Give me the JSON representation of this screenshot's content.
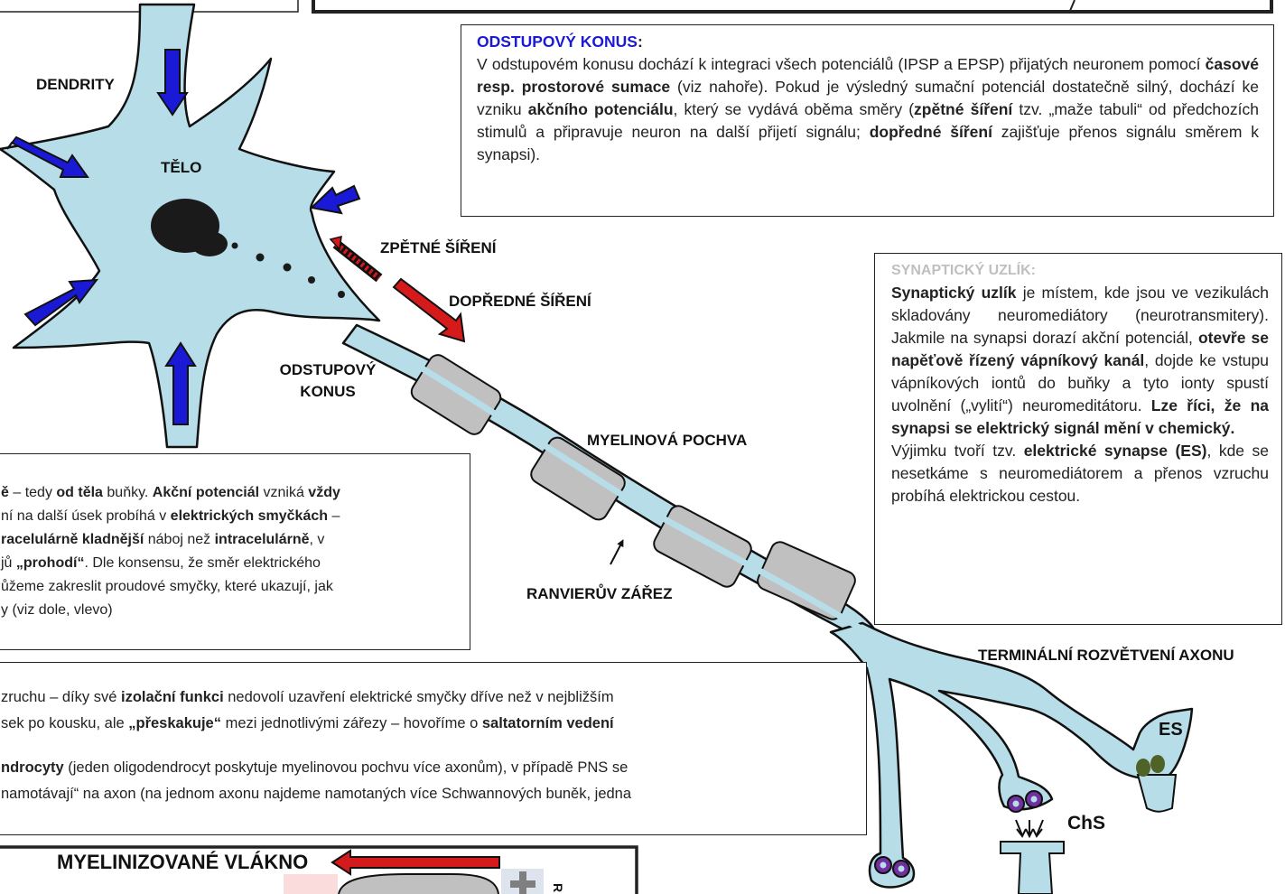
{
  "labels": {
    "dendrity": "DENDRITY",
    "telo": "TĚLO",
    "zpetne_sireni": "ZPĚTNÉ ŠÍŘENÍ",
    "dopredne_sireni": "DOPŘEDNÉ ŠÍŘENÍ",
    "odstupovy_1": "ODSTUPOVÝ",
    "odstupovy_2": "KONUS",
    "myelinova_pochva": "MYELINOVÁ POCHVA",
    "ranvieruv_zarez": "RANVIERŮV ZÁŘEZ",
    "terminalni": "TERMINÁLNÍ ROZVĚTVENÍ AXONU",
    "es": "ES",
    "chs": "ChS",
    "myelinizovane": "MYELINIZOVANÉ VLÁKNO",
    "edge_letter": "R"
  },
  "odstupovy_box": {
    "title": "ODSTUPOVÝ KONUS",
    "colon": ":",
    "t1": "V odstupovém konusu dochází k integraci všech potenciálů (IPSP a EPSP) přijatých neuronem pomocí ",
    "b1": "časové resp. prostorové sumace",
    "t2": " (viz nahoře). Pokud je výsledný sumační potenciál dostatečně silný, dochází ke vzniku ",
    "b2": "akčního potenciálu",
    "t3": ", který se vydává oběma směry (",
    "b3": "zpětné šíření",
    "t4": " tzv. „maže tabuli“ od předchozích stimulů a připravuje neuron na další přijetí signálu; ",
    "b4": "dopředné šíření",
    "t5": " zajišťuje přenos signálu směrem k synapsi)."
  },
  "synapticky_box": {
    "title": "SYNAPTICKÝ UZLÍK",
    "colon": ":",
    "b1": "Synaptický uzlík",
    "t1": " je místem, kde jsou ve vezikulách skladovány neuromediátory (neurotransmitery). Jakmile na synapsi dorazí akční potenciál, ",
    "b2": "otevře se napěťově řízený vápníkový kanál",
    "t2": ", dojde ke vstupu vápníkových iontů do buňky a tyto ionty spustí uvolnění („vylití“) neuromeditátoru. ",
    "b3": "Lze říci, že na synapsi se elektrický signál mění v chemický.",
    "t3": "Výjimku tvoří tzv. ",
    "b4": "elektrické synapse (ES)",
    "t4": ", kde se nesetkáme s neuromediátorem a přenos vzruchu probíhá elektrickou cestou."
  },
  "left_box": {
    "l1a": "ě",
    "l1b": " – tedy ",
    "l1c": "od těla",
    "l1d": " buňky. ",
    "l1e": "Akční potenciál",
    "l1f": " vzniká ",
    "l1g": "vždy",
    "l2a": "ní na další úsek probíhá v ",
    "l2b": "elektrických smyčkách",
    "l2c": " –",
    "l3a": "racelulárně kladnější",
    "l3b": " náboj než ",
    "l3c": "intracelulárně",
    "l3d": ", v",
    "l4a": "jů ",
    "l4b": "„prohodí“",
    "l4c": ". Dle konsensu, že směr elektrického",
    "l5": "ůžeme zakreslit proudové smyčky, které ukazují, jak",
    "l6": "y (viz dole, vlevo)"
  },
  "bottom_box": {
    "l1a": "zruchu – díky své ",
    "l1b": "izolační funkci",
    "l1c": " nedovolí uzavření elektrické smyčky dříve než v nejbližším",
    "l2a": "sek po kousku, ale ",
    "l2b": "„přeskakuje“",
    "l2c": " mezi jednotlivými zářezy – hovoříme o ",
    "l2d": "saltatorním vedení",
    "l3a": "ndrocyty",
    "l3b": " (jeden oligodendrocyt poskytuje myelinovou pochvu více axonům), v případě PNS se",
    "l4": "namotávají“ na axon (na jednom axonu najdeme namotaných více Schwannových buněk, jedna"
  },
  "colors": {
    "cell": "#b7dde8",
    "myelin": "#c0c0c0",
    "dendrite_arrow": "#1a1ad6",
    "ap_arrow": "#d41a1a",
    "title_blue": "#1a1ad6",
    "vesicle": "#7030a0",
    "gap_junction": "#4f6228"
  }
}
